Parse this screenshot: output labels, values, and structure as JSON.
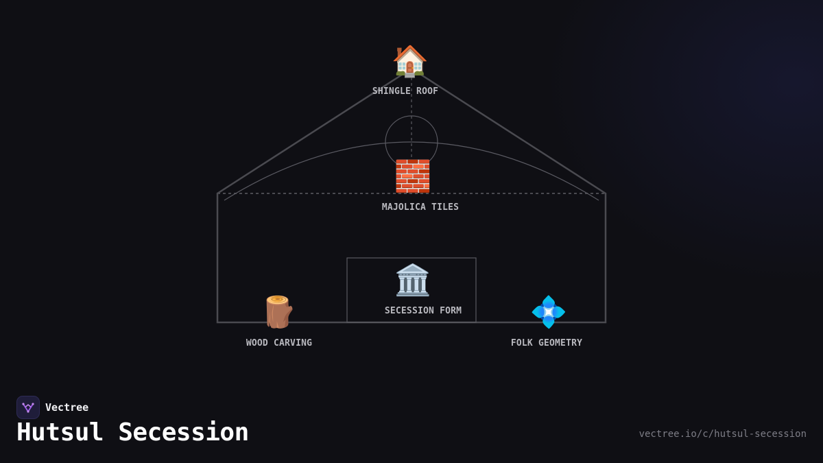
{
  "diagram": {
    "nodes": {
      "roof": {
        "icon": "🏠",
        "icon_name": "house-icon",
        "label": "SHINGLE ROOF"
      },
      "tiles": {
        "icon": "🧱",
        "icon_name": "brick-icon",
        "label": "MAJOLICA TILES"
      },
      "form": {
        "icon": "🏛️",
        "icon_name": "classical-building-icon",
        "label": "SECESSION FORM"
      },
      "carving": {
        "icon": "🪵",
        "icon_name": "wood-log-icon",
        "label": "WOOD CARVING"
      },
      "geometry": {
        "icon": "💠",
        "icon_name": "diamond-dot-icon",
        "label": "FOLK GEOMETRY"
      }
    },
    "colors": {
      "outline": "#4a4a50",
      "thin_line": "#5a5a62",
      "label": "#b9b9bf"
    }
  },
  "footer": {
    "brand_name": "Vectree",
    "title": "Hutsul Secession",
    "url": "vectree.io/c/hutsul-secession"
  }
}
